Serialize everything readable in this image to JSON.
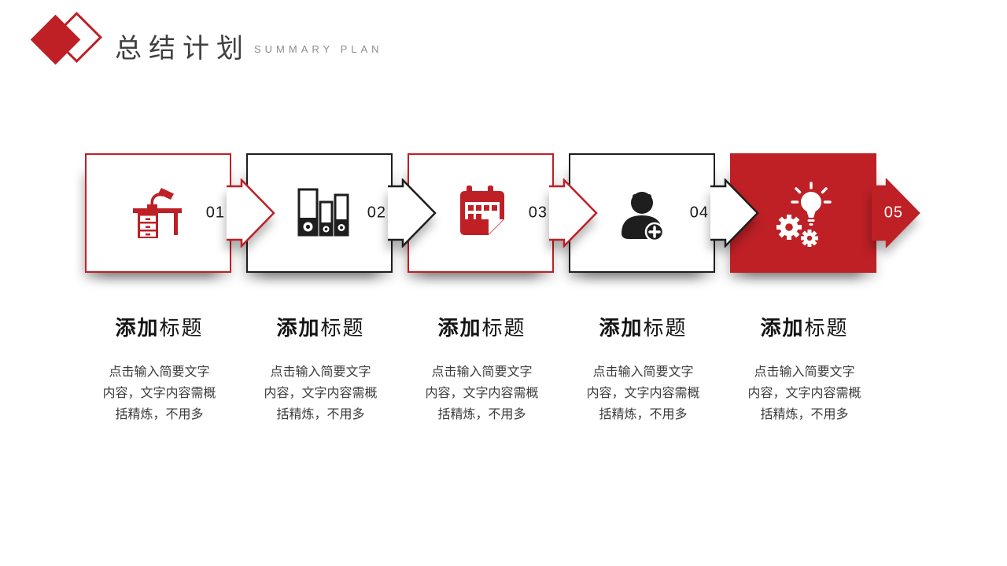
{
  "slide": {
    "title": "总结计划",
    "subtitle": "SUMMARY PLAN"
  },
  "steps": [
    {
      "number": "01",
      "icon": "desk-lamp-icon",
      "style": "red-outline",
      "title_bold": "添加",
      "title_rest": "标题",
      "body_lines": [
        "点击输入简要文字",
        "内容，文字内容需概",
        "括精炼，不用多"
      ]
    },
    {
      "number": "02",
      "icon": "binders-icon",
      "style": "dark-outline",
      "title_bold": "添加",
      "title_rest": "标题",
      "body_lines": [
        "点击输入简要文字",
        "内容，文字内容需概",
        "括精炼，不用多"
      ]
    },
    {
      "number": "03",
      "icon": "calendar-icon",
      "style": "red-outline",
      "title_bold": "添加",
      "title_rest": "标题",
      "body_lines": [
        "点击输入简要文字",
        "内容，文字内容需概",
        "括精炼，不用多"
      ]
    },
    {
      "number": "04",
      "icon": "add-user-icon",
      "style": "dark-outline",
      "title_bold": "添加",
      "title_rest": "标题",
      "body_lines": [
        "点击输入简要文字",
        "内容，文字内容需概",
        "括精炼，不用多"
      ]
    },
    {
      "number": "05",
      "icon": "idea-gears-icon",
      "style": "red-solid",
      "title_bold": "添加",
      "title_rest": "标题",
      "body_lines": [
        "点击输入简要文字",
        "内容，文字内容需概",
        "括精炼，不用多"
      ]
    }
  ],
  "colors": {
    "red": "#BE2026",
    "dark": "#1E1E1E",
    "subtitle_gray": "#8C8C8C",
    "body_text": "#3B3B3B"
  }
}
